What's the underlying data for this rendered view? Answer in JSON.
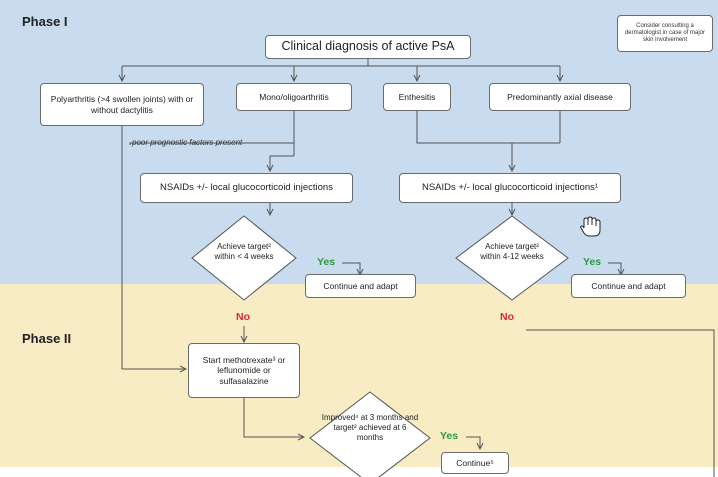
{
  "phases": {
    "phase1": "Phase I",
    "phase2": "Phase II"
  },
  "nodes": {
    "diagnosis": "Clinical diagnosis of active PsA",
    "consult_note": "Consider consulting a dermatologist in case of major skin involvement",
    "polyarthritis": "Polyarthritis (>4 swollen joints) with or without dactylitis",
    "mono": "Mono/oligoarthritis",
    "enthesitis": "Enthesitis",
    "axial": "Predominantly axial disease",
    "poor_prognostic": "poor prognostic factors present",
    "nsaids_left": "NSAIDs +/- local glucocorticoid injections",
    "nsaids_right": "NSAIDs +/- local glucocorticoid injections¹",
    "achieve_left": "Achieve target² within < 4 weeks",
    "achieve_right": "Achieve target² within 4-12 weeks",
    "continue_left": "Continue and adapt",
    "continue_right": "Continue and adapt",
    "start_mtx": "Start methotrexate³ or leflunomide or sulfasalazine",
    "improved": "Improved⁴ at 3 months and target² achieved at 6 months",
    "continue_bottom": "Continue⁵"
  },
  "labels": {
    "yes": "Yes",
    "no": "No"
  },
  "colors": {
    "phase1_bg": "#c9dcef",
    "phase2_bg": "#f7ecc3",
    "yes": "#2e9a3a",
    "no": "#e0252f"
  },
  "icons": {
    "cursor": "hand-cursor-icon"
  }
}
